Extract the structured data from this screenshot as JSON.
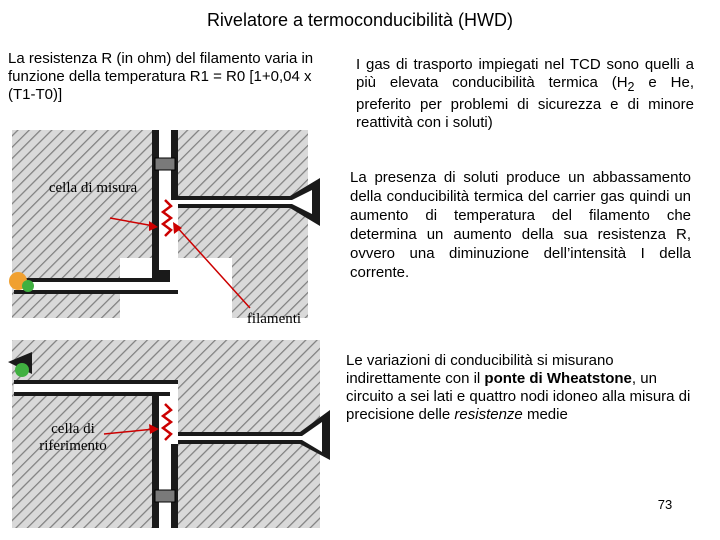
{
  "slide": {
    "title": "Rivelatore a termoconducibilità (HWD)",
    "left_intro": "La resistenza R (in ohm) del filamento varia in funzione della temperatura R1 = R0 [1+0,04 x (T1-T0)]",
    "para_gas": {
      "line1": "I gas di trasporto impiegati nel TCD sono quelli a più elevata conducibilità termica (H",
      "sub": "2",
      "line2": " e He, preferito per problemi di sicurezza e di minore reattività con i soluti)"
    },
    "para_solutes": "La presenza di soluti produce un abbassamento della conducibilità termica del carrier gas quindi un aumento di temperatura del filamento che determina un aumento della sua resistenza R, ovvero una diminuzione dell’intensità I della corrente.",
    "para_wheatstone": {
      "part1": "Le variazioni di conducibilità si misurano indirettamente con il ",
      "bold": "ponte di Wheatstone",
      "part2": ", un circuito a sei lati e quattro nodi idoneo alla misura di precisione delle ",
      "italic": "resistenze",
      "part3": " medie"
    },
    "page_number": "73"
  },
  "diagram": {
    "labels": {
      "measure_cell": "cella di misura",
      "filaments": "filamenti",
      "reference_cell": "cella di riferimento"
    },
    "colors": {
      "block_fill": "#d9d9d9",
      "hatch": "#808080",
      "channel": "#1a1a1a",
      "filament": "#cc0000",
      "arrow": "#cc0000",
      "led_orange": "#f0a030",
      "led_green": "#40b040"
    }
  }
}
